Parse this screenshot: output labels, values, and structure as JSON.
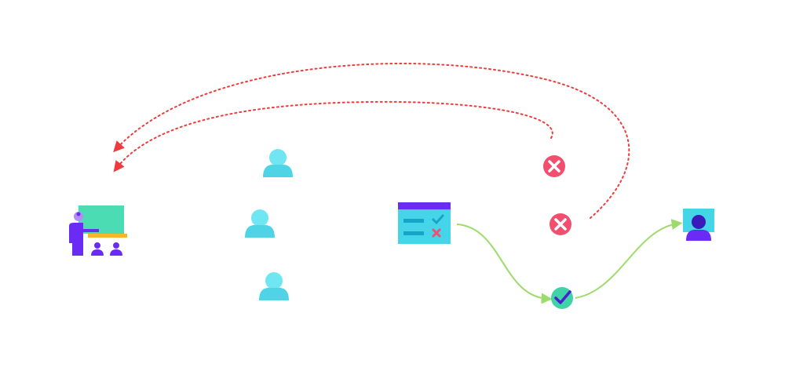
{
  "colors": {
    "background": "#ffffff",
    "rejected_arrow": "#ef3b3b",
    "accepted_arrow": "#9ddc6b",
    "learner": "#6fe6f2",
    "learner_dark": "#4fd4e6",
    "board": "#4cdcb4",
    "board_shelf": "#f6b72a",
    "instructor_body": "#6a2cf5",
    "instructor_head": "#b68cf5",
    "form_header": "#6a2cf5",
    "form_body": "#45d5e8",
    "form_lines": "#1aa3c8",
    "form_check": "#1aa3c8",
    "form_cross": "#f24e6e",
    "reject_badge": "#f24e6e",
    "accept_badge": "#3fd3a7",
    "accept_check": "#4a1fd0",
    "avatar_screen": "#45d5e8",
    "avatar_person": "#6a2cf5",
    "avatar_head": "#3a1ab8"
  },
  "icons": {
    "instructor": "teacher-at-whiteboard-icon",
    "learner": "person-icon",
    "form": "checklist-form-icon",
    "rejected": "x-mark-icon",
    "accepted": "check-mark-icon",
    "result": "profile-card-icon"
  },
  "nodes": {
    "learners": [
      "learner-1",
      "learner-2",
      "learner-3"
    ],
    "rejections": [
      "rejection-1",
      "rejection-2"
    ]
  }
}
